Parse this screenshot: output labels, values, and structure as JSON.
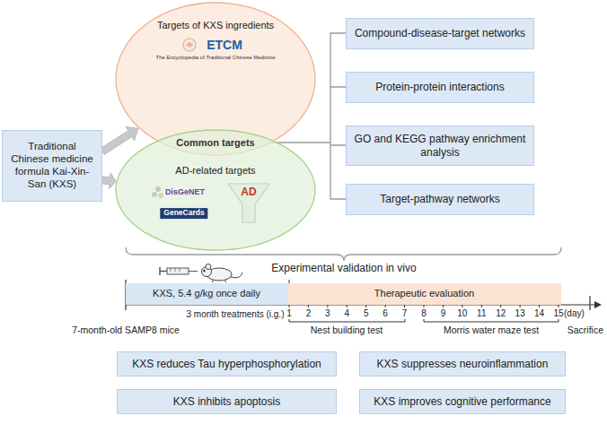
{
  "diagram": {
    "nodes": [
      {
        "text": [
          "Traditional Chinese medicine formula Kai-Xin-San (KXS)"
        ]
      },
      {
        "text": [
          "Targets of KXS ingredients"
        ]
      },
      {
        "text": [
          "AD-related targets"
        ]
      },
      {
        "text": [
          "Compound-disease-target networks"
        ]
      },
      {
        "text": [
          "Protein-protein interactions"
        ]
      },
      {
        "text": [
          "GO and KEGG pathway enrichment analysis"
        ]
      },
      {
        "text": [
          "Target-pathway networks"
        ]
      },
      {
        "text": [
          "KXS, 5.4 g/kg once daily"
        ]
      },
      {
        "text": [
          "Therapeutic evaluation"
        ]
      },
      {
        "text": [
          "KXS reduces Tau hyperphosphorylation"
        ]
      },
      {
        "text": [
          "KXS suppresses neuroinflammation"
        ]
      },
      {
        "text": [
          "KXS inhibits apoptosis"
        ]
      },
      {
        "text": [
          "KXS improves cognitive performance"
        ]
      }
    ],
    "edges": [
      {
        "from": 0,
        "to": 1,
        "arrow": "to"
      },
      {
        "from": 0,
        "to": 2,
        "arrow": "to"
      }
    ],
    "labels": [
      "ETCM",
      "The Encyclopedia of Traditional Chinese Medicine",
      "Common targets",
      "DisGeNET",
      "GeneCards",
      "AD",
      "Experimental validation in vivo",
      "7-month-old SAMP8 mice",
      "3 month treatments (i.g.)",
      "1",
      "2",
      "3",
      "4",
      "5",
      "6",
      "7",
      "8",
      "9",
      "10",
      "11",
      "12",
      "13",
      "14",
      "15",
      "(day)",
      "Nest building test",
      "Morris water maze test",
      "Sacrifice"
    ]
  }
}
